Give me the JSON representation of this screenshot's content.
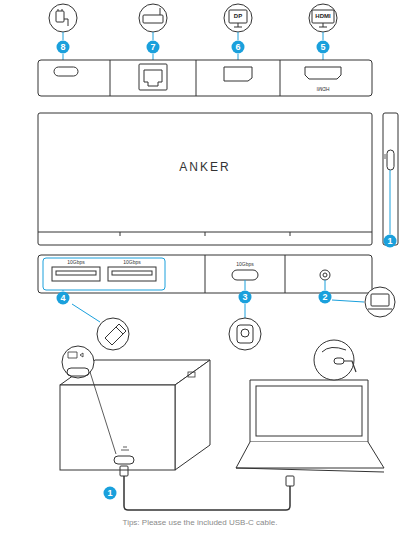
{
  "diagram": {
    "nodes": [
      {
        "text": [
          "ANKER"
        ]
      }
    ],
    "labels": [
      "8",
      "7",
      "6",
      "5",
      "DP",
      "HDMI",
      "HDMI",
      "10Gbps",
      "10Gbps",
      "10Gbps",
      "4",
      "3",
      "2",
      "1",
      "1",
      "Tips: Please use the included USB-C cable."
    ]
  }
}
